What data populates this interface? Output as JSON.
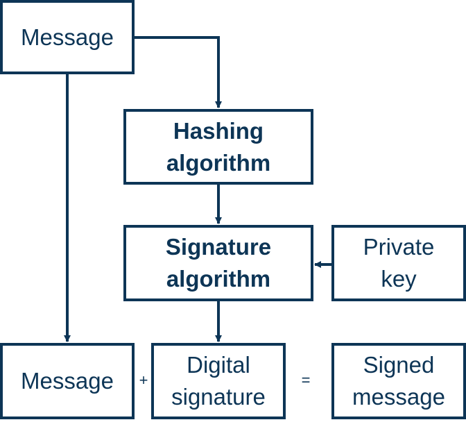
{
  "nodes": {
    "message_top": "Message",
    "hashing": "Hashing\nalgorithm",
    "signature_alg": "Signature\nalgorithm",
    "private_key": "Private\nkey",
    "message_bottom": "Message",
    "digital_signature": "Digital\nsignature",
    "signed_message": "Signed\nmessage"
  },
  "operators": {
    "plus": "+",
    "equals": "="
  },
  "colors": {
    "ink": "#0d3556",
    "background": "#ffffff"
  }
}
